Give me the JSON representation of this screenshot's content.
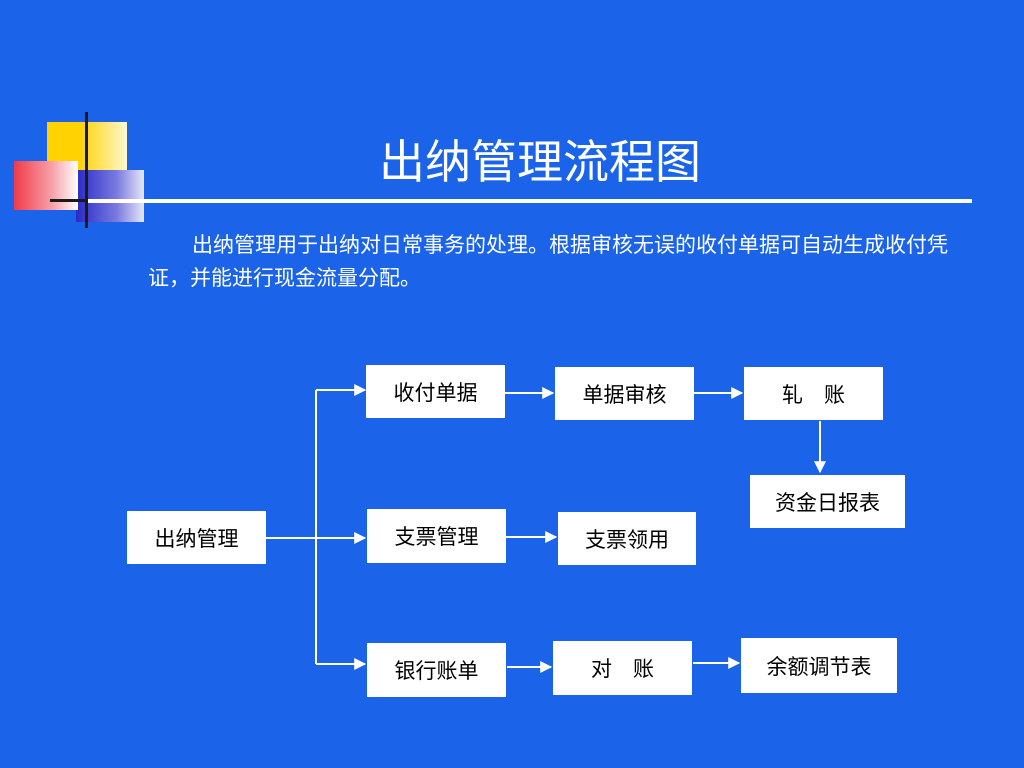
{
  "slide": {
    "title": "出纳管理流程图",
    "description": "出纳管理用于出纳对日常事务的处理。根据审核无误的收付单据可自动生成收付凭证，并能进行现金流量分配。"
  },
  "diagram": {
    "nodes": {
      "root": "出纳管理",
      "receipt_docs": "收付单据",
      "doc_review": "单据审核",
      "posting": "轧　账",
      "fund_daily_report": "资金日报表",
      "check_mgmt": "支票管理",
      "check_use": "支票领用",
      "bank_statement": "银行账单",
      "reconcile": "对　账",
      "balance_adjust": "余额调节表"
    },
    "edges": [
      [
        "root",
        "receipt_docs"
      ],
      [
        "root",
        "check_mgmt"
      ],
      [
        "root",
        "bank_statement"
      ],
      [
        "receipt_docs",
        "doc_review"
      ],
      [
        "doc_review",
        "posting"
      ],
      [
        "posting",
        "fund_daily_report"
      ],
      [
        "check_mgmt",
        "check_use"
      ],
      [
        "bank_statement",
        "reconcile"
      ],
      [
        "reconcile",
        "balance_adjust"
      ]
    ]
  },
  "colors": {
    "background": "#1B64EA",
    "box": "#FFFFFF",
    "line": "#FFFFFF"
  }
}
